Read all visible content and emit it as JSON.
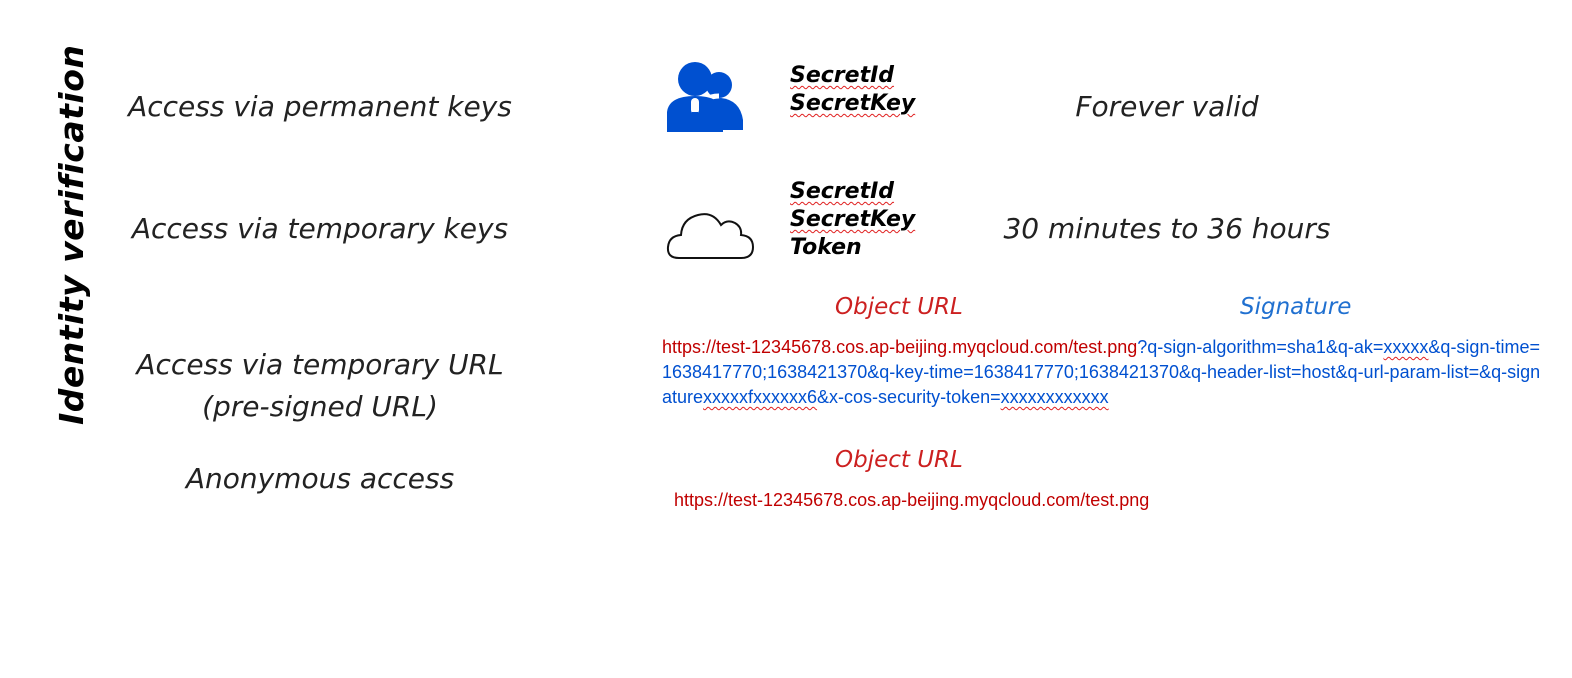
{
  "side_title": "Identity verification",
  "rows": [
    {
      "method": "Access via permanent keys",
      "keys": [
        "SecretId",
        "SecretKey"
      ],
      "validity": "Forever valid",
      "icon": "user-group-icon"
    },
    {
      "method": "Access via temporary keys",
      "keys": [
        "SecretId",
        "SecretKey",
        "Token"
      ],
      "validity": "30 minutes to 36 hours",
      "icon": "cloud-icon"
    },
    {
      "method_line1": "Access via temporary URL",
      "method_line2": "(pre-signed URL)",
      "object_url_label": "Object URL",
      "signature_label": "Signature",
      "url_part_object": "https://test-12345678.cos.ap-beijing.myqcloud.com/test.png",
      "url_part_signature_1": "?q-sign-algorithm=sha1&q-ak=",
      "url_part_signature_2": "xxxxx",
      "url_part_signature_3": "&q-sign-time=1638417770;1638421370&q-key-time=1638417770;1638421370&q-header-list=host&q-url-param-list=&q-signature",
      "url_part_signature_4": "xxxxxfxxxxxx6",
      "url_part_signature_5": "&x-cos-security-token=",
      "url_part_signature_6": "xxxxxxxxxxxx"
    },
    {
      "method": "Anonymous access",
      "object_url_label": "Object URL",
      "url": "https://test-12345678.cos.ap-beijing.myqcloud.com/test.png"
    }
  ],
  "colors": {
    "icon_blue": "#0050d0",
    "url_red": "#c00000",
    "url_blue": "#0050d0",
    "label_red": "#cc2020",
    "label_blue": "#2070d0"
  }
}
